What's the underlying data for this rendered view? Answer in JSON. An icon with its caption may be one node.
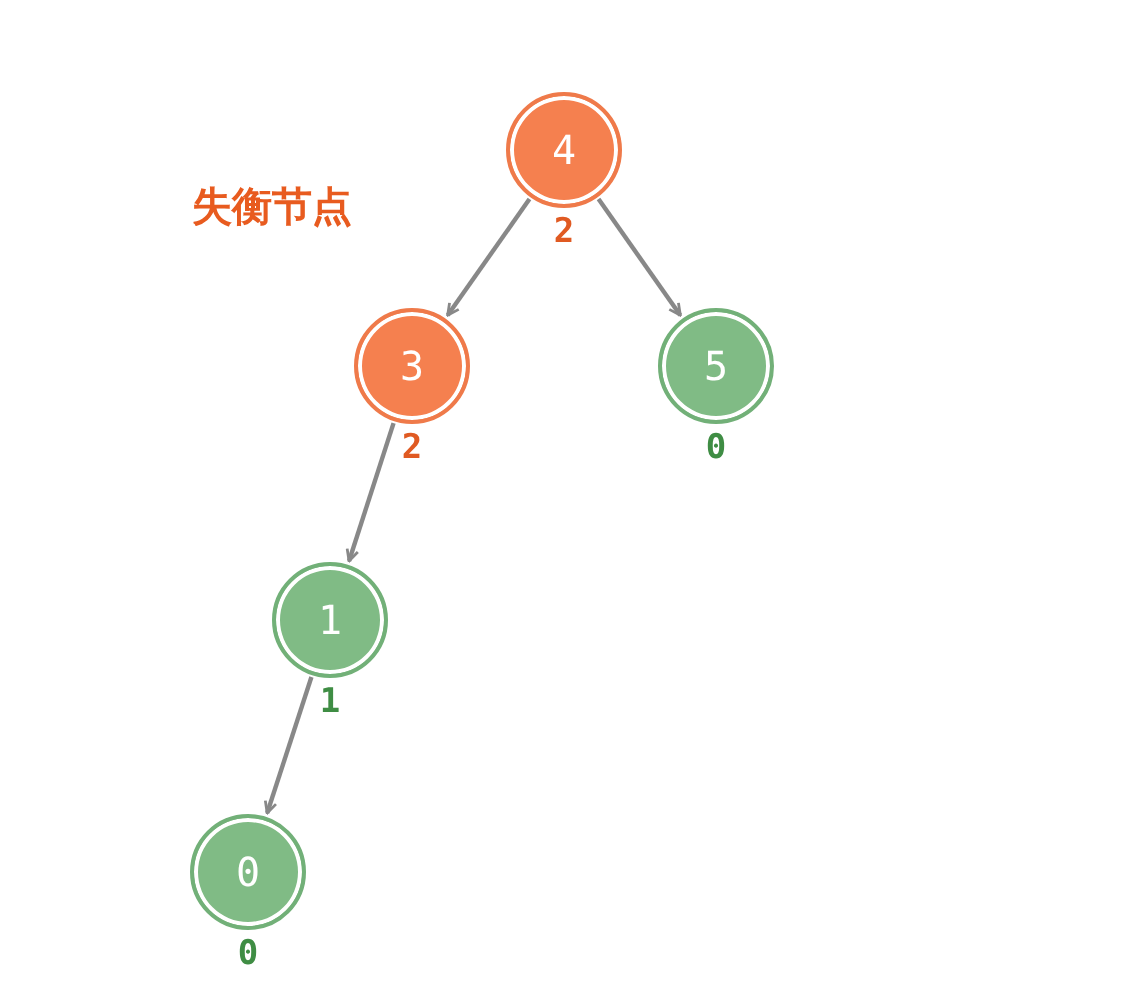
{
  "diagram": {
    "nodes": [
      {
        "text": [
          "4"
        ],
        "beside": [
          "2"
        ]
      },
      {
        "text": [
          "3"
        ],
        "beside": [
          "2"
        ]
      },
      {
        "text": [
          "5"
        ],
        "beside": [
          "0"
        ]
      },
      {
        "text": [
          "1"
        ],
        "beside": [
          "1"
        ]
      },
      {
        "text": [
          "0"
        ],
        "beside": [
          "0"
        ]
      }
    ],
    "edges": [
      {
        "from": 0,
        "to": 1,
        "arrow": "to"
      },
      {
        "from": 0,
        "to": 2,
        "arrow": "to"
      },
      {
        "from": 1,
        "to": 3,
        "arrow": "to"
      },
      {
        "from": 3,
        "to": 4,
        "arrow": "to"
      }
    ],
    "labels": [
      "失衡节点"
    ]
  }
}
